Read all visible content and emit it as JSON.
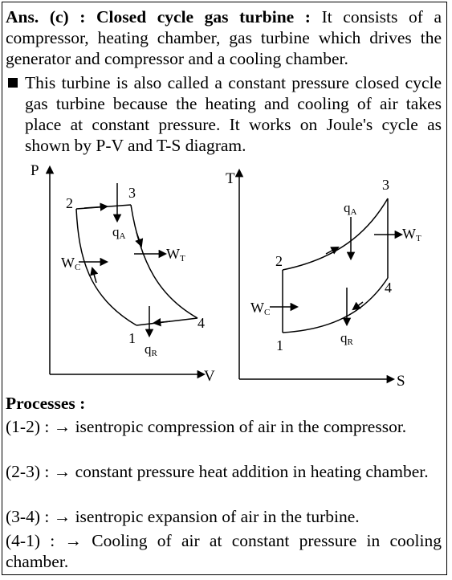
{
  "answer": {
    "label": "Ans. (c) :",
    "heading": "Closed cycle gas turbine :",
    "text": "It consists of a compressor, heating chamber, gas turbine which drives the generator and compressor and a cooling chamber."
  },
  "bullet_text": "This turbine is also called a constant pressure closed cycle gas turbine because the heating and cooling of air takes place at constant pressure. It works on Joule's cycle as shown by P-V and T-S diagram.",
  "pv_diagram": {
    "y_axis": "P",
    "x_axis": "V",
    "points": [
      "1",
      "2",
      "3",
      "4"
    ],
    "heat_in": "q",
    "heat_in_sub": "A",
    "heat_out": "q",
    "heat_out_sub": "R",
    "work_in": "W",
    "work_in_sub": "C",
    "work_out": "W",
    "work_out_sub": "T"
  },
  "ts_diagram": {
    "y_axis": "T",
    "x_axis": "S",
    "points": [
      "1",
      "2",
      "3",
      "4"
    ],
    "heat_in": "q",
    "heat_in_sub": "A",
    "heat_out": "q",
    "heat_out_sub": "R",
    "work_in": "W",
    "work_in_sub": "C",
    "work_out": "W",
    "work_out_sub": "T"
  },
  "processes": {
    "title": "Processes :",
    "items": [
      "(1-2)  :  →  isentropic  compression  of  air  in  the compressor.",
      "(2-3) : → constant pressure heat addition in heating chamber.",
      "(3-4) : → isentropic expansion of air in the turbine.",
      "(4-1) : → Cooling of air at constant pressure in cooling chamber."
    ]
  }
}
